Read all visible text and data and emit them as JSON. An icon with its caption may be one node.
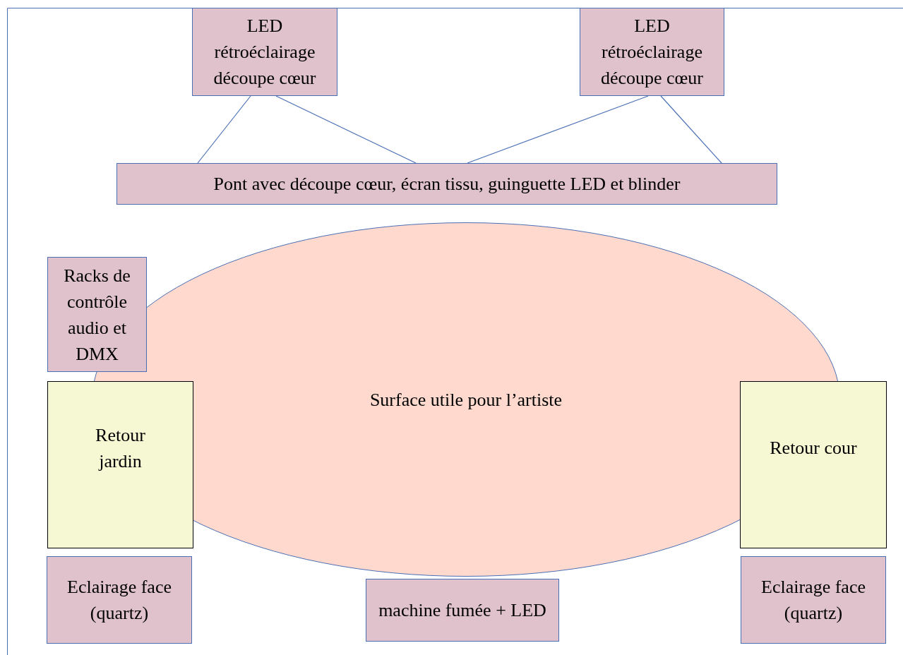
{
  "diagram": {
    "nodes": [
      {
        "text": [
          "LED rétroéclairage découpe cœur"
        ]
      },
      {
        "text": [
          "LED rétroéclairage découpe cœur"
        ]
      },
      {
        "text": [
          "Pont avec découpe cœur, écran tissu, guinguette LED et blinder"
        ]
      },
      {
        "text": [
          "Surface utile pour l’artiste"
        ]
      },
      {
        "text": [
          "Racks de contrôle audio et DMX"
        ]
      },
      {
        "text": [
          "Retour jardin"
        ]
      },
      {
        "text": [
          "Retour cour"
        ]
      },
      {
        "text": [
          "Eclairage face (quartz)"
        ]
      },
      {
        "text": [
          "machine fumée + LED"
        ]
      },
      {
        "text": [
          "Eclairage face (quartz)"
        ]
      }
    ],
    "edges": [
      {
        "from": 0,
        "to": 2,
        "arrow": "none"
      },
      {
        "from": 0,
        "to": 2,
        "arrow": "none"
      },
      {
        "from": 1,
        "to": 2,
        "arrow": "none"
      },
      {
        "from": 1,
        "to": 2,
        "arrow": "none"
      }
    ]
  }
}
